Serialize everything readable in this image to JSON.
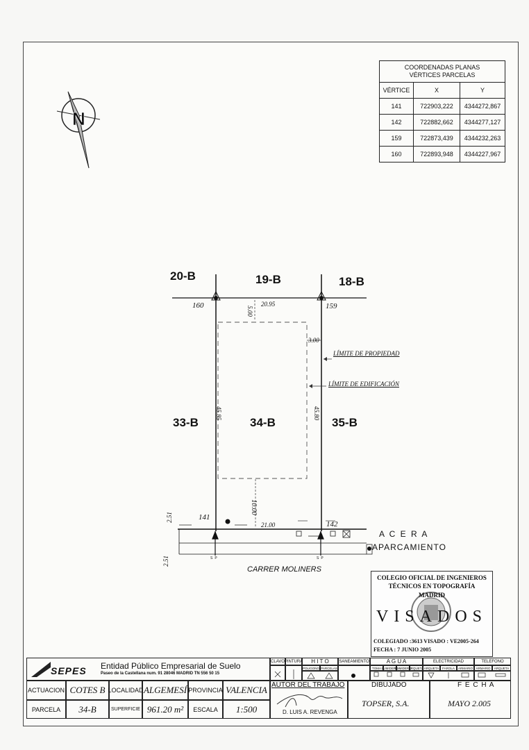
{
  "coordinates_table": {
    "title_line1": "COORDENADAS PLANAS",
    "title_line2": "VÉRTICES PARCELAS",
    "headers": [
      "VÉRTICE",
      "X",
      "Y"
    ],
    "rows": [
      {
        "vertex": "141",
        "x": "722903,222",
        "y": "4344272,867"
      },
      {
        "vertex": "142",
        "x": "722882,662",
        "y": "4344277,127"
      },
      {
        "vertex": "159",
        "x": "722873,439",
        "y": "4344232,263"
      },
      {
        "vertex": "160",
        "x": "722893,948",
        "y": "4344227,967"
      }
    ]
  },
  "compass": {
    "letter": "N"
  },
  "plan": {
    "parcel_labels": {
      "top_left": "20-B",
      "top_center": "19-B",
      "top_right": "18-B",
      "left": "33-B",
      "center": "34-B",
      "right": "35-B"
    },
    "vertices": {
      "v160": "160",
      "v159": "159",
      "v141": "141",
      "v142": "142"
    },
    "dimensions": {
      "top_width": "20.95",
      "top_setback": "5.00",
      "side_setback": "3.00",
      "left_length": "45.85",
      "right_length": "45.80",
      "bottom_setback": "10.00",
      "bottom_width": "21.00",
      "sidewalk_width": "2.51",
      "parking_width": "2.51"
    },
    "annotations": {
      "property_limit": "LÍMITE DE PROPIEDAD",
      "building_limit": "LÍMITE DE EDIFICACIÓN",
      "sidewalk": "A C E R A",
      "parking": "APARCAMIENTO",
      "street": "CARRER MOLINERS",
      "marker_left": "SP",
      "marker_right": "SP"
    }
  },
  "stamp": {
    "line1": "COLEGIO OFICIAL DE INGENIEROS",
    "line2": "TÉCNICOS EN TOPOGRAFÍA",
    "line3": "MADRID",
    "word": "VISADOS",
    "colegiado": "COLEGIADO :3613 VISADO : VE2005-264",
    "fecha": "FECHA : 7 JUNIO 2005"
  },
  "title_block": {
    "logo_text": "SEPES",
    "entity": "Entidad Público Empresarial de Suelo",
    "address": "Paseo de la Castellana num. 91 28046 MADRID TN 556 50 15",
    "actuacion_label": "ACTUACION",
    "actuacion_value": "COTES B",
    "localidad_label": "LOCALIDAD",
    "localidad_value": "ALGEMESÍ",
    "provincia_label": "PROVINCIA",
    "provincia_value": "VALENCIA",
    "parcela_label": "PARCELA",
    "parcela_value": "34-B",
    "superficie_label": "SUPERFICIE",
    "superficie_value": "961.20 m²",
    "escala_label": "ESCALA",
    "escala_value": "1:500",
    "legend_headers": [
      "CLAVO",
      "PINTURA",
      "H I T O",
      "SANEAMIENTO",
      "A G U A",
      "ELECTRICIDAD",
      "TELEFONO"
    ],
    "hito_sub": [
      "POLIGONO",
      "PARCELAS"
    ],
    "agua_sub": [
      "TOMA",
      "SUMIDERO",
      "SUMIDERO",
      "ARQUETA"
    ],
    "elec_sub": [
      "ARQUETA",
      "FAROLA",
      "ARMARIO"
    ],
    "tel_sub": [
      "ARMARIO",
      "ARQUETA"
    ],
    "autor_label": "AUTOR DEL TRABAJO",
    "autor_name": "D. LUIS A. REVENGA",
    "dibujado_label": "DIBUJADO",
    "dibujado_value": "TOPSER, S.A.",
    "fecha_label": "F E C H A",
    "fecha_value": "MAYO 2.005"
  }
}
